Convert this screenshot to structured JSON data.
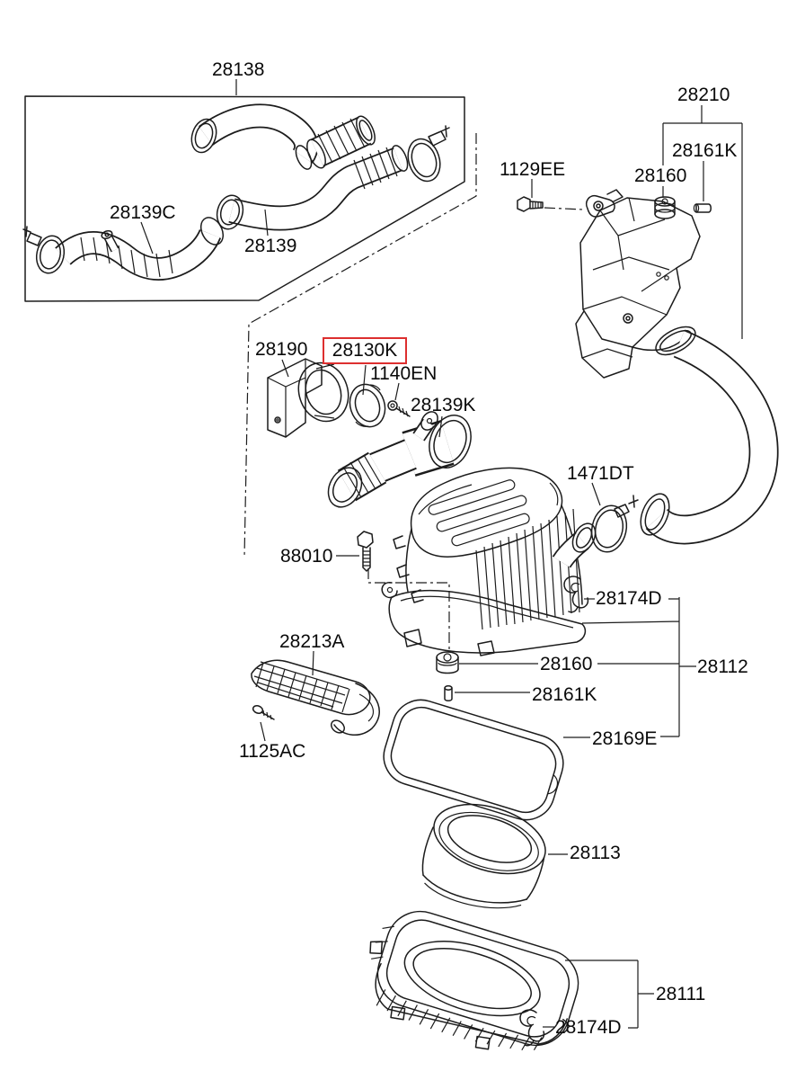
{
  "meta": {
    "kind": "exploded-parts-diagram",
    "subject": "air cleaner and intake hose assembly"
  },
  "style": {
    "background": "#ffffff",
    "line_color": "#1c1c1c",
    "label_color": "#0a0a0a",
    "highlight_color": "#dd2f2f"
  },
  "selected_part": "28130K",
  "labels": [
    {
      "id": "28138",
      "text": "28138"
    },
    {
      "id": "28139C",
      "text": "28139C"
    },
    {
      "id": "28139",
      "text": "28139"
    },
    {
      "id": "28210",
      "text": "28210"
    },
    {
      "id": "28161K-top",
      "text": "28161K"
    },
    {
      "id": "28160-top",
      "text": "28160"
    },
    {
      "id": "1129EE",
      "text": "1129EE"
    },
    {
      "id": "28190",
      "text": "28190"
    },
    {
      "id": "28130K",
      "text": "28130K",
      "highlighted": true
    },
    {
      "id": "1140EN",
      "text": "1140EN"
    },
    {
      "id": "28139K",
      "text": "28139K"
    },
    {
      "id": "1471DT",
      "text": "1471DT"
    },
    {
      "id": "88010",
      "text": "88010"
    },
    {
      "id": "28174D-upper",
      "text": "28174D"
    },
    {
      "id": "28213A",
      "text": "28213A"
    },
    {
      "id": "28160-mid",
      "text": "28160"
    },
    {
      "id": "28112",
      "text": "28112"
    },
    {
      "id": "28161K-mid",
      "text": "28161K"
    },
    {
      "id": "1125AC",
      "text": "1125AC"
    },
    {
      "id": "28169E",
      "text": "28169E"
    },
    {
      "id": "28113",
      "text": "28113"
    },
    {
      "id": "28111",
      "text": "28111"
    },
    {
      "id": "28174D-lower",
      "text": "28174D"
    }
  ]
}
